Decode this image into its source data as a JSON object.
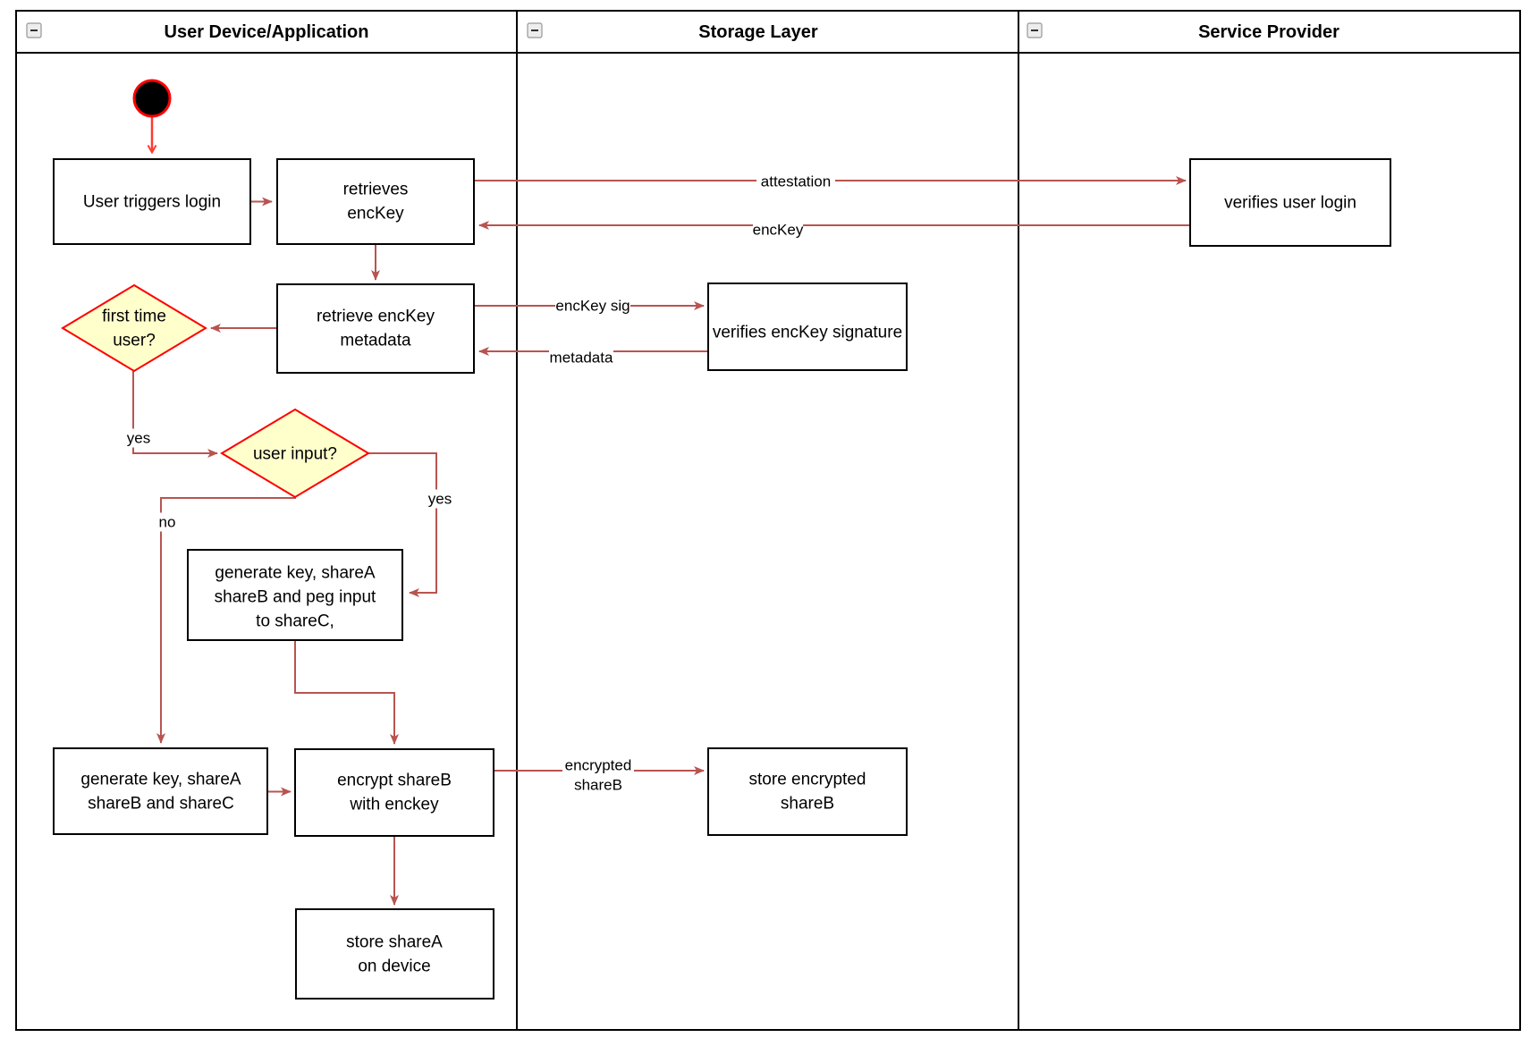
{
  "diagram": {
    "lanes": [
      {
        "title": "User Device/Application",
        "collapse_icon": "minus-icon"
      },
      {
        "title": "Storage Layer",
        "collapse_icon": "minus-icon"
      },
      {
        "title": "Service Provider",
        "collapse_icon": "minus-icon"
      }
    ],
    "nodes": {
      "user_triggers_login": {
        "lines": [
          "User triggers login"
        ]
      },
      "retrieves_enckey": {
        "lines": [
          "retrieves",
          "encKey"
        ]
      },
      "verifies_user_login": {
        "lines": [
          "verifies user login"
        ]
      },
      "retrieve_enckey_metadata": {
        "lines": [
          "retrieve encKey",
          "metadata"
        ]
      },
      "verifies_enckey_signature": {
        "lines": [
          "verifies encKey signature"
        ]
      },
      "first_time_user": {
        "lines": [
          "first time",
          "user?"
        ]
      },
      "user_input": {
        "lines": [
          "user input?"
        ]
      },
      "generate_key_peg": {
        "lines": [
          "generate key, shareA",
          "shareB and peg input",
          "to shareC,"
        ]
      },
      "generate_key_shares": {
        "lines": [
          "generate key, shareA",
          "shareB and shareC"
        ]
      },
      "encrypt_shareb": {
        "lines": [
          "encrypt shareB",
          "with enckey"
        ]
      },
      "store_sharea": {
        "lines": [
          "store shareA",
          "on device"
        ]
      },
      "store_encrypted_shareb": {
        "lines": [
          "store encrypted",
          "shareB"
        ]
      }
    },
    "edge_labels": {
      "attestation": "attestation",
      "enckey": "encKey",
      "enckey_sig": "encKey sig",
      "metadata": "metadata",
      "encrypted_shareb": {
        "line1": "encrypted",
        "line2": "shareB"
      },
      "yes_first_time": "yes",
      "yes_user_input": "yes",
      "no_user_input": "no"
    },
    "colors": {
      "edge": "#B85450",
      "highlight": "#FF3B30",
      "decision_border": "#FF0000",
      "decision_fill": "#FFFFCC",
      "node_border": "#000000",
      "node_fill": "#FFFFFF"
    }
  }
}
